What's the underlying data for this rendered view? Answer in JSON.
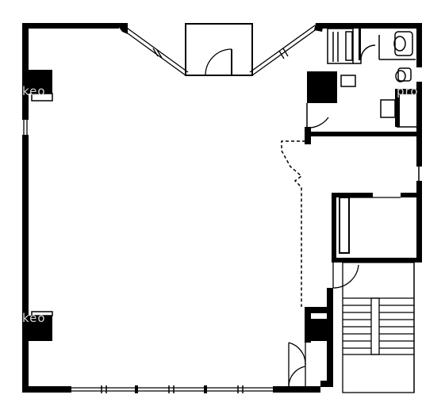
{
  "diagram": {
    "type": "architectural floor plan",
    "colors": {
      "wall": "#000000",
      "background": "#ffffff",
      "thin_line": "#000000",
      "watermark": "#d6d6d6"
    },
    "watermarks": [
      "keo",
      "keo",
      "pro"
    ]
  }
}
